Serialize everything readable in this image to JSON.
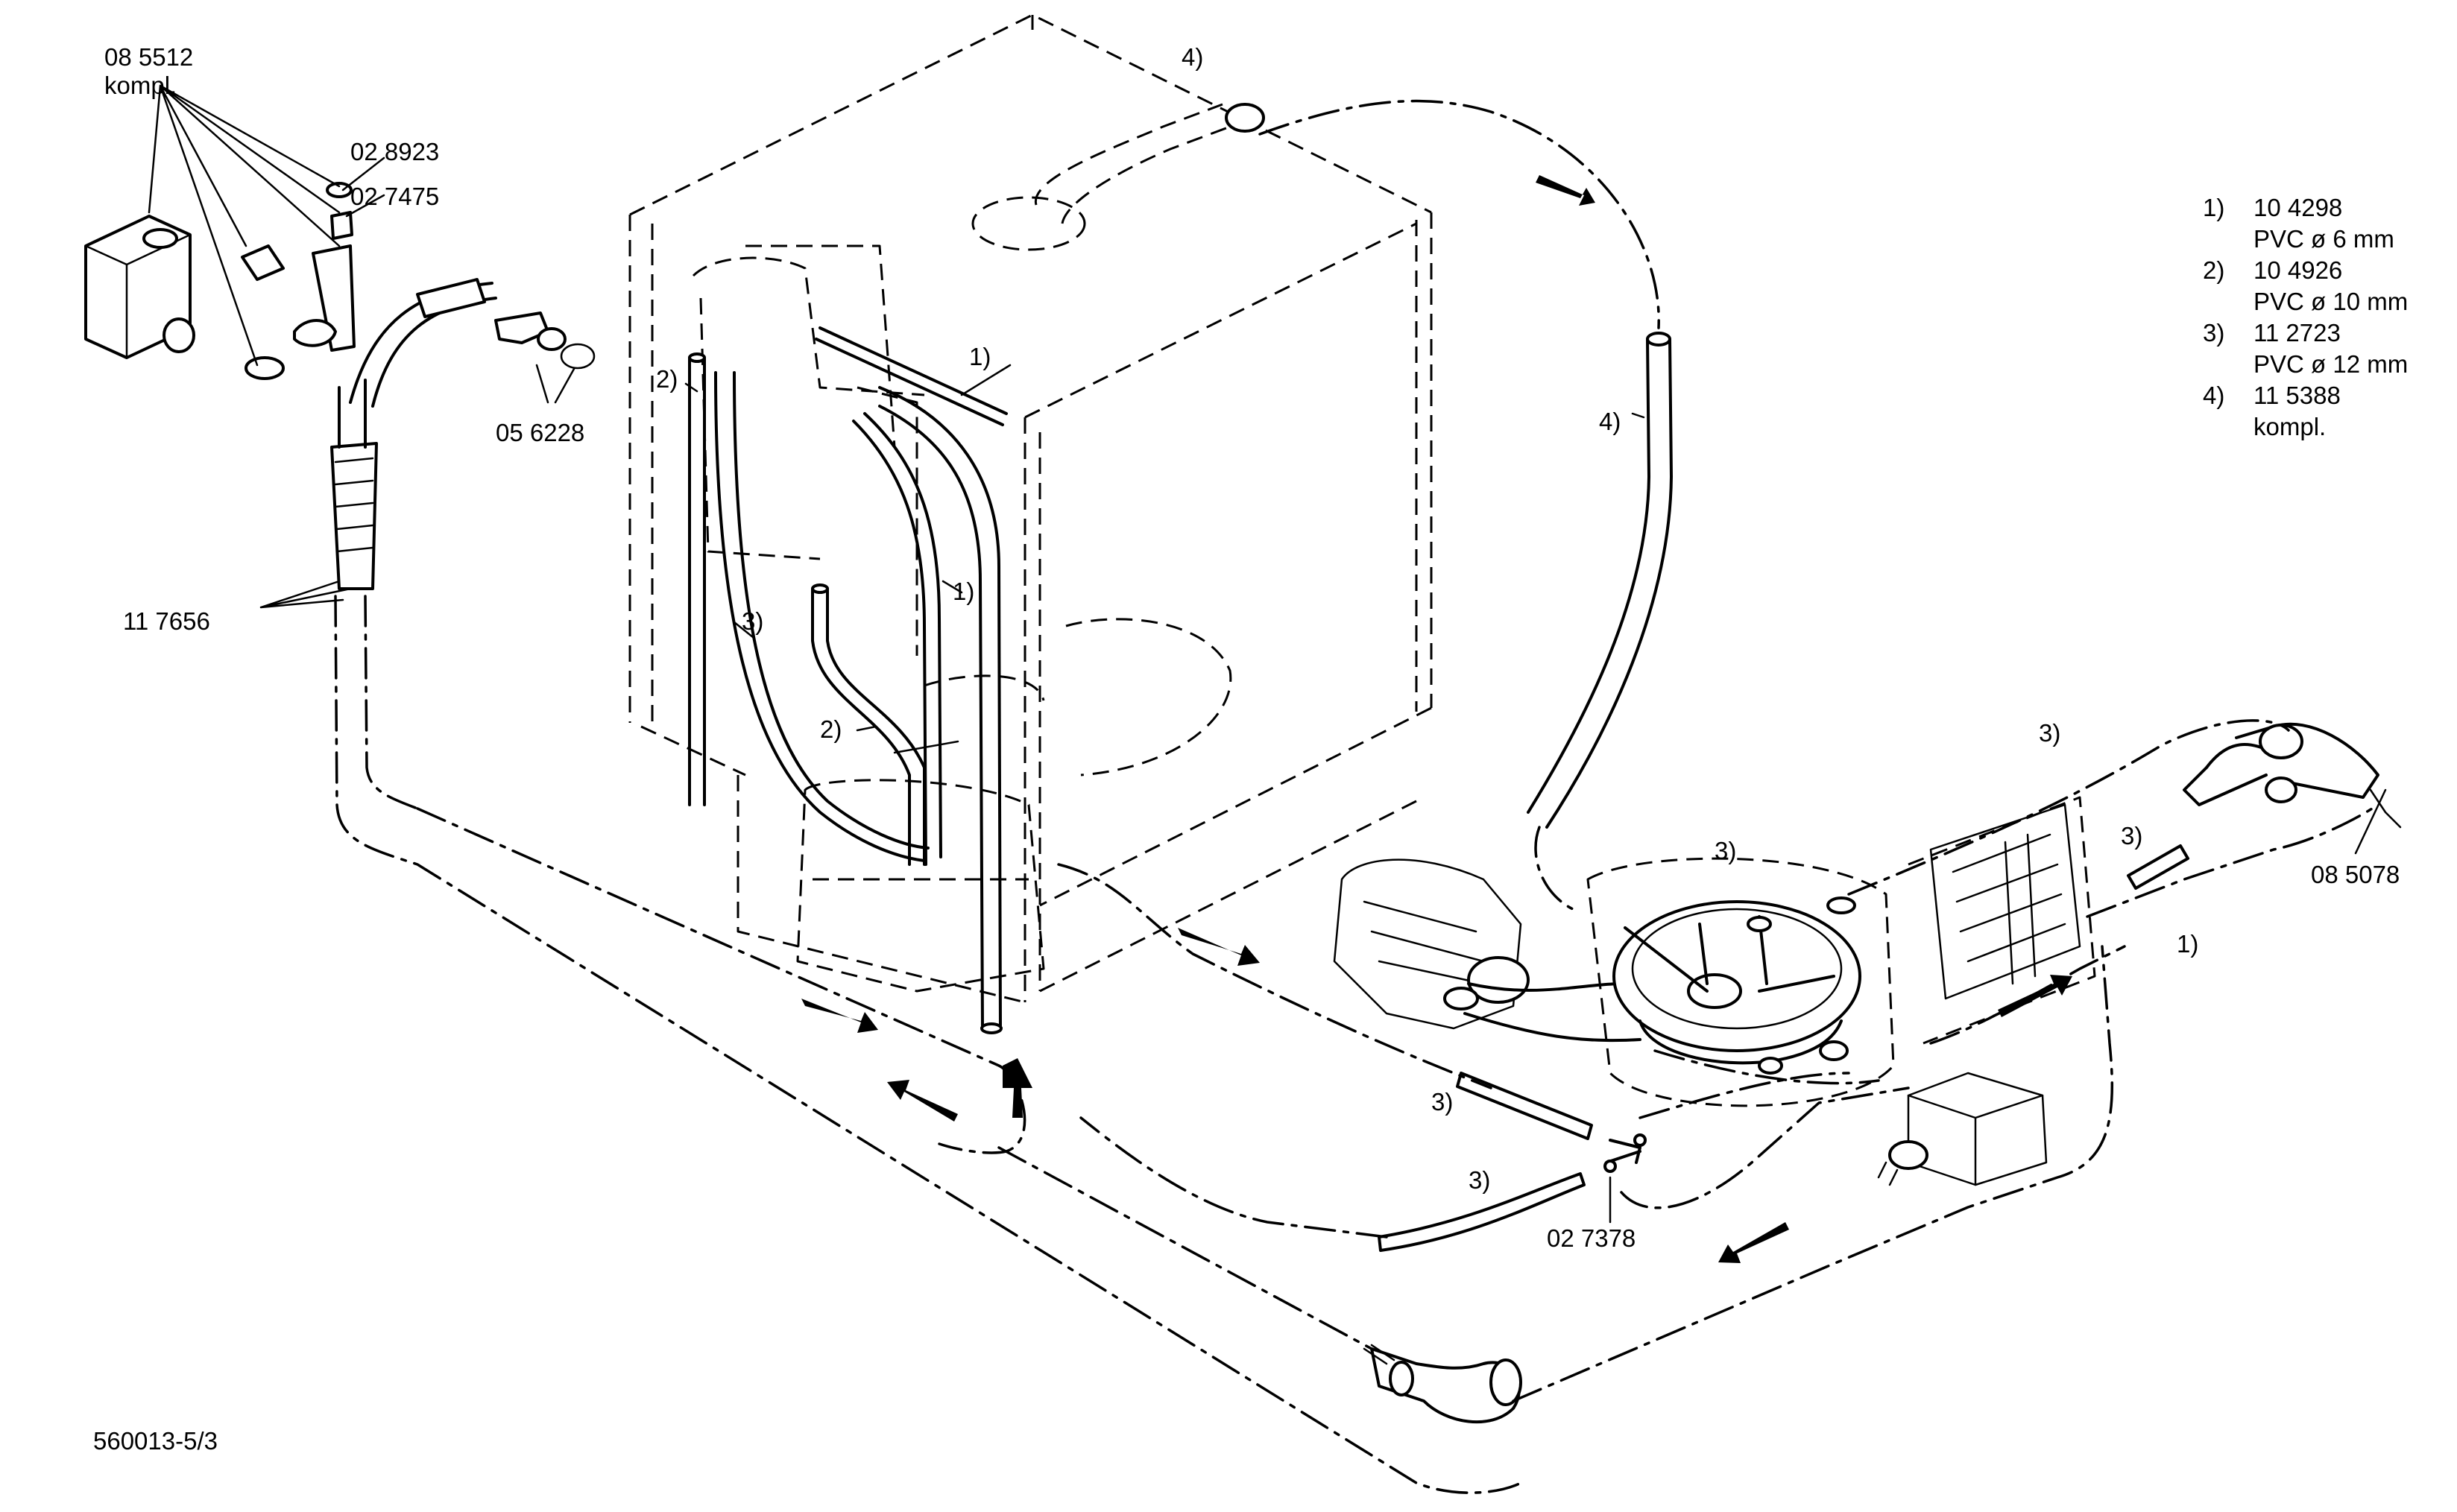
{
  "labels": {
    "top_part_number": "08 5512",
    "top_part_note": "kompl.",
    "ring_part": "02 8923",
    "valve_part": "02 7475",
    "fitting_part": "05 6228",
    "hose_part": "11 7656",
    "pipe_connector_part": "02 7378",
    "bracket_part": "08 5078",
    "drawing_number": "560013-5/3"
  },
  "hose_markers": {
    "m1": "1)",
    "m2": "2)",
    "m3": "3)",
    "m4": "4)"
  },
  "legend": [
    {
      "num": "1)",
      "code": "10 4298",
      "desc": "PVC ø 6 mm"
    },
    {
      "num": "2)",
      "code": "10 4926",
      "desc": "PVC ø 10 mm"
    },
    {
      "num": "3)",
      "code": "11 2723",
      "desc": "PVC ø 12 mm"
    },
    {
      "num": "4)",
      "code": "11 5388",
      "desc": "kompl."
    }
  ]
}
